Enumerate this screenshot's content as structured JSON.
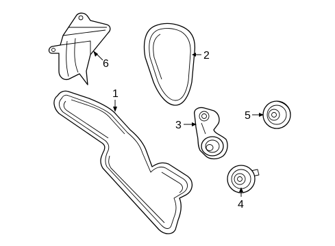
{
  "callouts": {
    "belt_main": "1",
    "belt_small": "2",
    "tensioner": "3",
    "idler_lower": "4",
    "idler_upper": "5",
    "belt_cover": "6"
  },
  "colors": {
    "line": "#000000",
    "background": "#ffffff"
  }
}
